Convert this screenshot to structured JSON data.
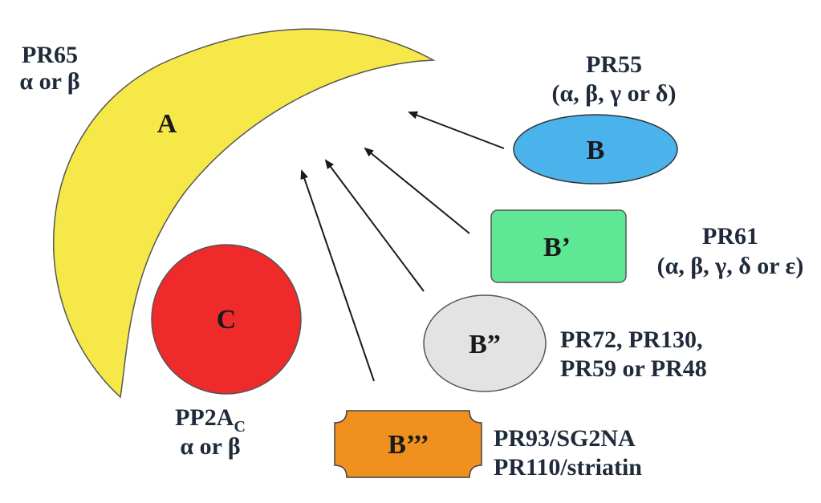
{
  "subunit_a": {
    "letter": "A",
    "name": "PR65",
    "isoforms": "α or β",
    "color": "#f7e84a"
  },
  "subunit_c": {
    "letter": "C",
    "name_main": "PP2A",
    "name_sub": "C",
    "isoforms": "α or β",
    "color": "#ee2a2a"
  },
  "subunit_b": {
    "letter": "B",
    "name": "PR55",
    "isoforms": "(α, β, γ or δ)",
    "color": "#4ab3ec"
  },
  "subunit_b1": {
    "letter": "B’",
    "name": "PR61",
    "isoforms": "(α, β, γ, δ  or ε)",
    "color": "#5ee896"
  },
  "subunit_b2": {
    "letter": "B”",
    "names_line1": "PR72, PR130,",
    "names_line2": "PR59 or PR48",
    "color": "#e3e3e3"
  },
  "subunit_b3": {
    "letter": "B’’’",
    "names_line1": "PR93/SG2NA",
    "names_line2": "PR110/striatin",
    "color": "#f0901e"
  }
}
